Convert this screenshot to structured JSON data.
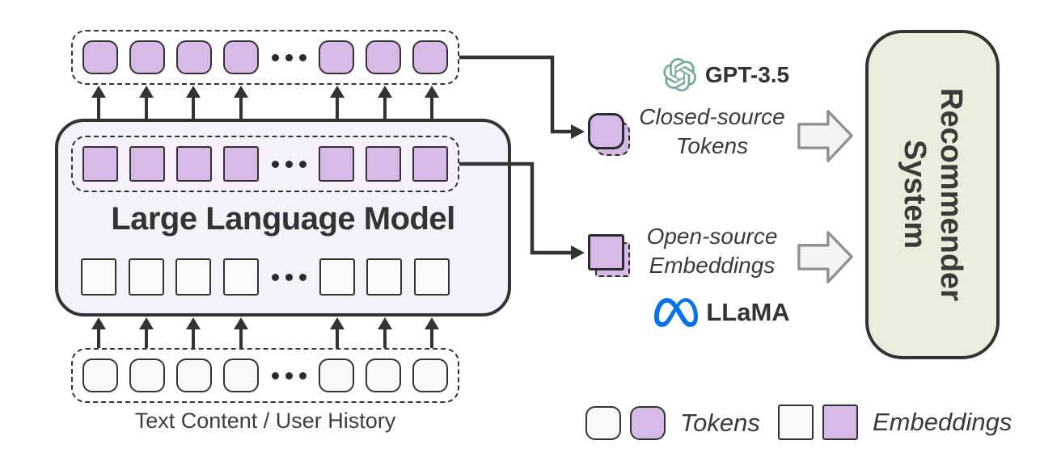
{
  "llm": {
    "title": "Large Language Model"
  },
  "input_caption": "Text Content / User History",
  "closed_source": {
    "model_label": "GPT-3.5",
    "caption_line1": "Closed-source",
    "caption_line2": "Tokens"
  },
  "open_source": {
    "model_label": "LLaMA",
    "caption_line1": "Open-source",
    "caption_line2": "Embeddings"
  },
  "recommender": {
    "line1": "Recommender",
    "line2": "System"
  },
  "legend": {
    "tokens_label": "Tokens",
    "embeddings_label": "Embeddings"
  },
  "icons": {
    "openai_logo": "openai-logo-icon",
    "meta_logo": "meta-logo-icon",
    "block_arrow": "block-arrow-icon",
    "ellipsis": "ellipsis-dots"
  },
  "colors": {
    "purple_fill": "#d6b9e6",
    "white_fill": "#f8f8f8",
    "llm_background": "#f5f0f9",
    "recommender_background": "#edebdc",
    "outline": "#333333",
    "openai_green": "#74aa9c",
    "meta_blue": "#0871EE",
    "block_arrow_fill": "#f4f4f4",
    "block_arrow_stroke": "#8f8f8f"
  }
}
